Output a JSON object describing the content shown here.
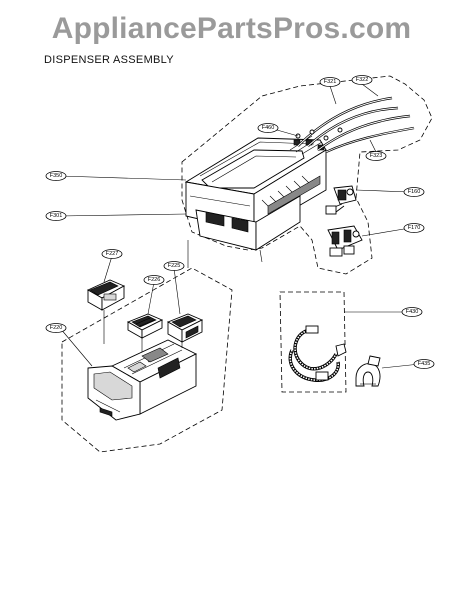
{
  "watermark": "AppliancePartsPros.com",
  "title": "DISPENSER ASSEMBLY",
  "callouts": {
    "F321": "F321",
    "F322": "F322",
    "F460": "F460",
    "F323": "F323",
    "F350": "F350",
    "F160": "F160",
    "F301": "F301",
    "F170": "F170",
    "F227": "F227",
    "F226": "F226",
    "F225": "F225",
    "F220": "F220",
    "F430": "F430",
    "F435": "F435"
  }
}
